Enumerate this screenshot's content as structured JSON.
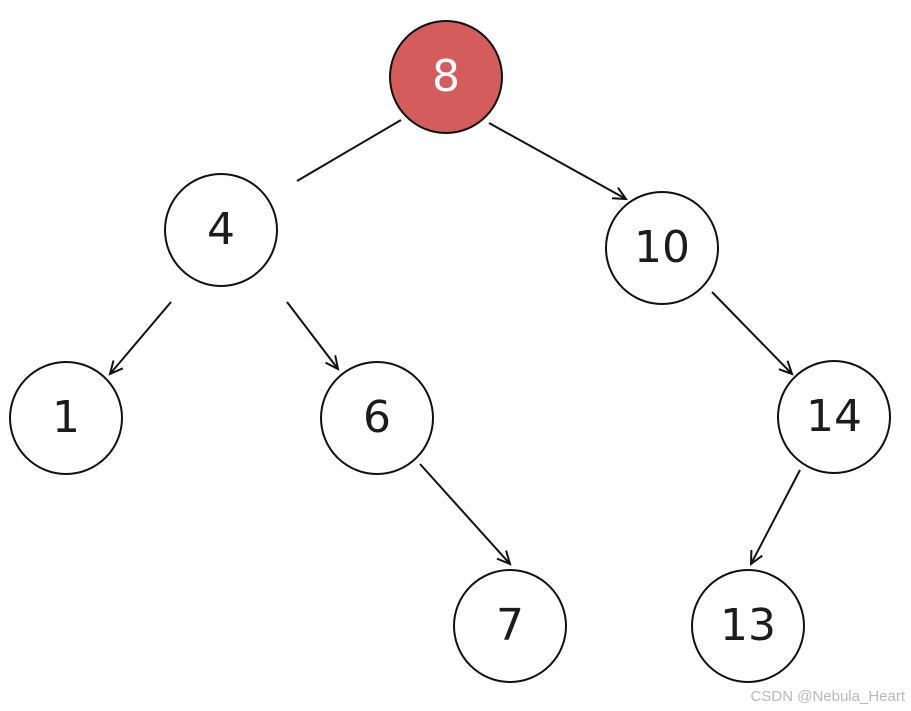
{
  "colors": {
    "highlight_fill": "#d45c5c",
    "node_fill": "#ffffff",
    "stroke": "#111111"
  },
  "tree": {
    "nodes": [
      {
        "id": "n8",
        "label": "8",
        "highlighted": true
      },
      {
        "id": "n4",
        "label": "4",
        "highlighted": false
      },
      {
        "id": "n10",
        "label": "10",
        "highlighted": false
      },
      {
        "id": "n1",
        "label": "1",
        "highlighted": false
      },
      {
        "id": "n6",
        "label": "6",
        "highlighted": false
      },
      {
        "id": "n14",
        "label": "14",
        "highlighted": false
      },
      {
        "id": "n7",
        "label": "7",
        "highlighted": false
      },
      {
        "id": "n13",
        "label": "13",
        "highlighted": false
      }
    ],
    "edges": [
      {
        "from": "n8",
        "to": "n4",
        "arrow": false
      },
      {
        "from": "n8",
        "to": "n10",
        "arrow": true
      },
      {
        "from": "n4",
        "to": "n1",
        "arrow": true
      },
      {
        "from": "n4",
        "to": "n6",
        "arrow": true
      },
      {
        "from": "n10",
        "to": "n14",
        "arrow": true
      },
      {
        "from": "n6",
        "to": "n7",
        "arrow": true
      },
      {
        "from": "n14",
        "to": "n13",
        "arrow": true
      }
    ]
  },
  "watermark": "CSDN @Nebula_Heart"
}
